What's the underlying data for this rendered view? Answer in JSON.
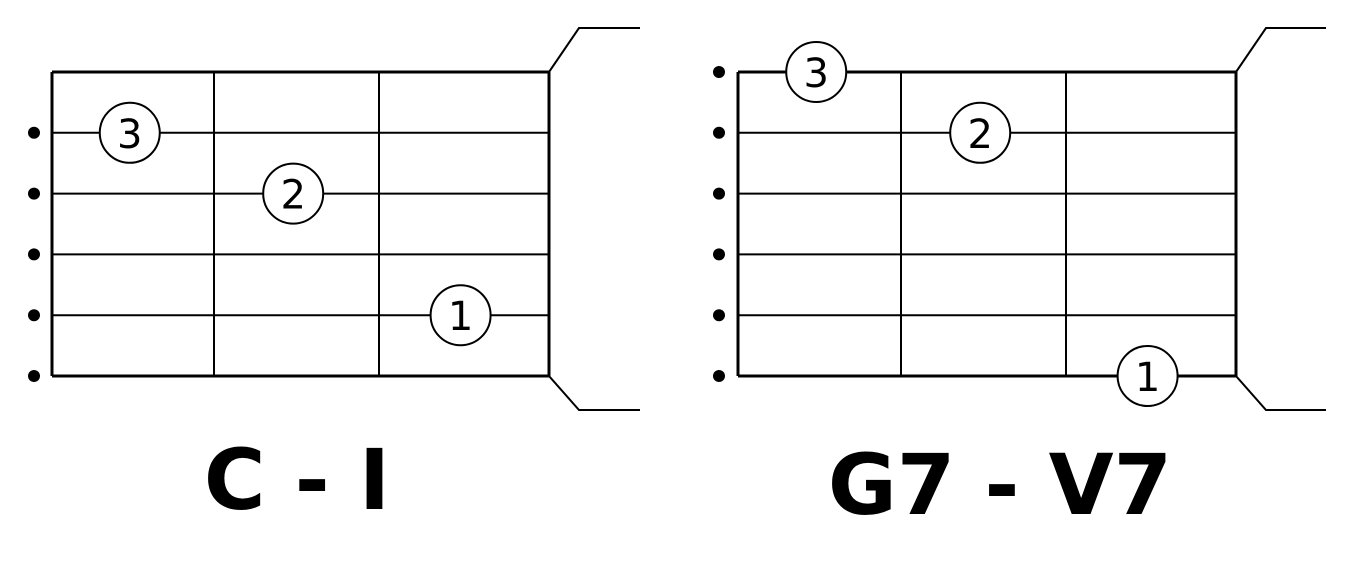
{
  "colors": {
    "ink": "#000000",
    "background": "#ffffff"
  },
  "diagrams": [
    {
      "id": "c",
      "label": "C - I",
      "fingers": [
        {
          "number": "3",
          "string": 1,
          "fret": 0.5
        },
        {
          "number": "2",
          "string": 2,
          "fret": 1.5
        },
        {
          "number": "1",
          "string": 4,
          "fret": 2.5
        }
      ]
    },
    {
      "id": "g7",
      "label": "G7 - V7",
      "fingers": [
        {
          "number": "3",
          "string": 0,
          "fret": 0.5
        },
        {
          "number": "2",
          "string": 1,
          "fret": 1.5
        },
        {
          "number": "1",
          "string": 5,
          "fret": 2.5
        }
      ]
    }
  ]
}
